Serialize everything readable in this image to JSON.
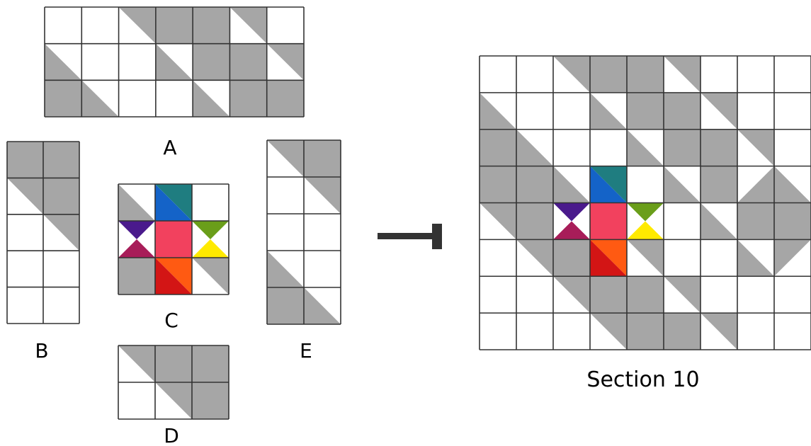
{
  "labels": {
    "piece_a": "A",
    "piece_b": "B",
    "piece_c": "C",
    "piece_d": "D",
    "piece_e": "E",
    "section": "Section 10"
  },
  "colors": {
    "background": "#ffffff",
    "grid_line": "#333333",
    "gray_fill": "#a6a6a6",
    "center_square": "#f2415e",
    "arrow": "#333333",
    "label_text": "#111111",
    "star_blue": "#1463c8",
    "star_teal": "#1f7d80",
    "star_purple": "#4a1a8c",
    "star_magenta": "#a81d59",
    "star_green": "#6a9e1a",
    "star_yellow": "#ffea00",
    "star_red": "#d31515",
    "star_orange": "#ff5a12"
  }
}
